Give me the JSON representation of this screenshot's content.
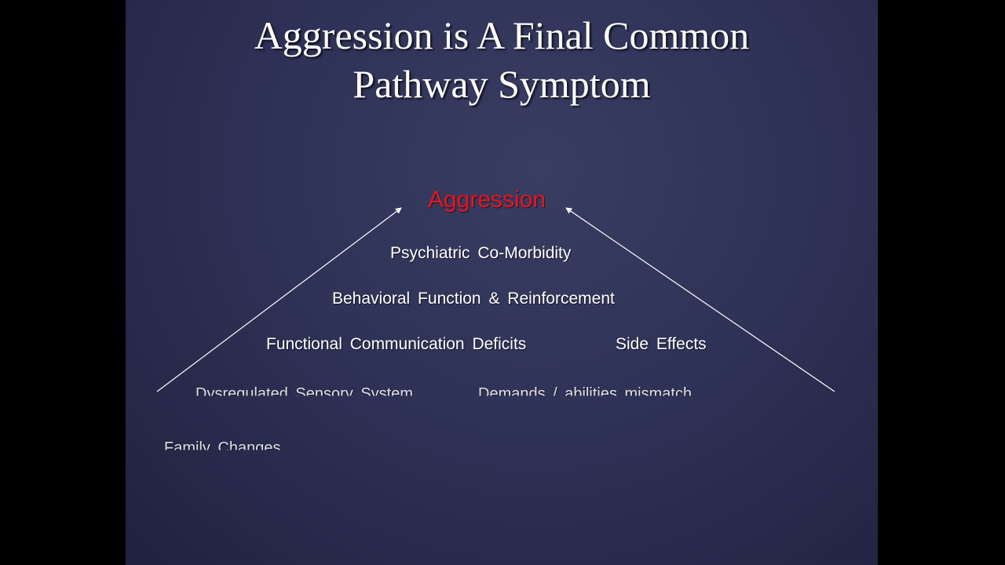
{
  "slide": {
    "title_line1": "Aggression is A Final Common",
    "title_line2": "Pathway Symptom",
    "apex": "Aggression",
    "levels": {
      "psychiatric": "Psychiatric Co-Morbidity",
      "behavioral": "Behavioral Function & Reinforcement",
      "communication": "Functional Communication Deficits",
      "side_effects": "Side Effects",
      "sensory": "Dysregulated Sensory System",
      "demands": "Demands / abilities mismatch",
      "family": "Family Changes"
    }
  },
  "colors": {
    "background": "#2f3257",
    "apex_text": "#e8141e",
    "text": "#ffffff",
    "letterbox": "#000000"
  }
}
